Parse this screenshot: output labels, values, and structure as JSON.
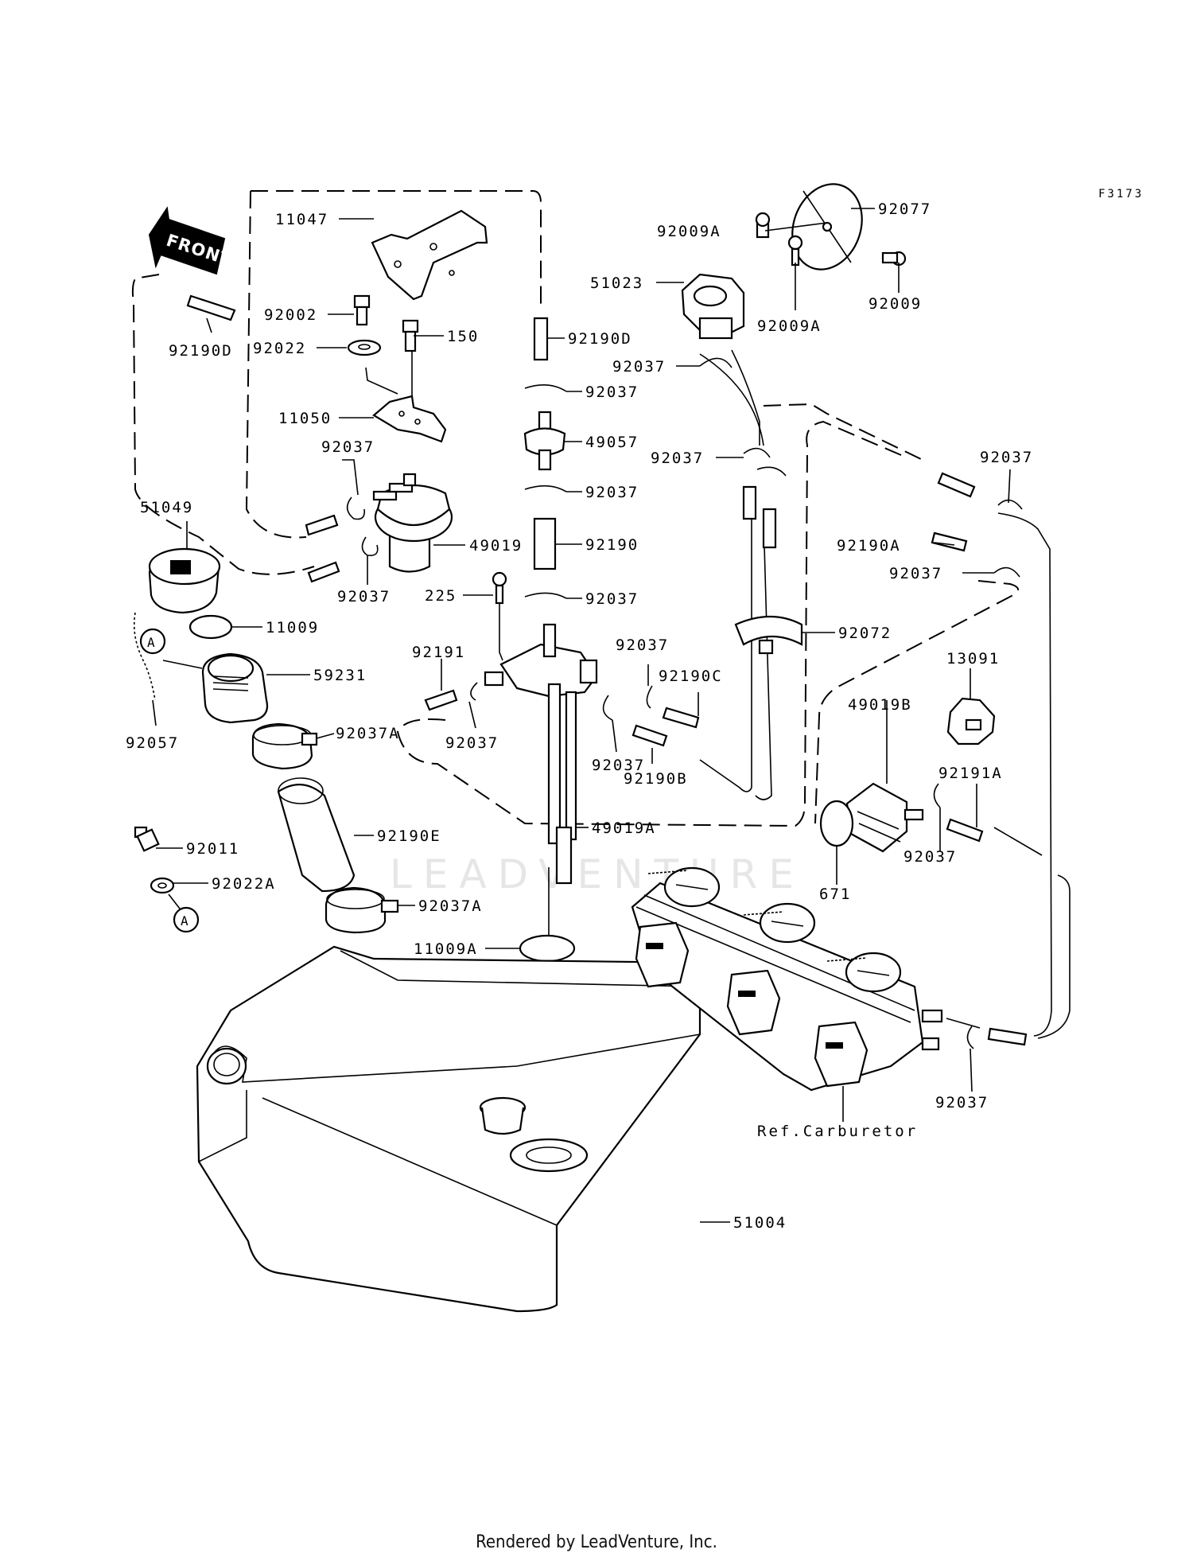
{
  "figure_code": "F3173",
  "front_label": "FRONT",
  "watermark": "LEADVENTURE",
  "footer": "Rendered by LeadVenture, Inc.",
  "reference_label": "Ref.Carburetor",
  "callout_marker": "A",
  "parts": {
    "p11047": "11047",
    "p92002": "92002",
    "p92022": "92022",
    "p150": "150",
    "p11050": "11050",
    "p92037_a": "92037",
    "p49019": "49019",
    "p92037_b": "92037",
    "p92190D_left": "92190D",
    "p51049": "51049",
    "p11009": "11009",
    "p59231": "59231",
    "p92057": "92057",
    "p92037A_top": "92037A",
    "p92190E": "92190E",
    "p92011": "92011",
    "p92022A": "92022A",
    "p92037A_bottom": "92037A",
    "p11009A": "11009A",
    "p51004": "51004",
    "p92190D_mid": "92190D",
    "p92037_c": "92037",
    "p49057": "49057",
    "p92037_d": "92037",
    "p92190": "92190",
    "p225": "225",
    "p92037_e": "92037",
    "p92191": "92191",
    "p92037_f": "92037",
    "p92037_g": "92037",
    "p92037_h": "92037",
    "p92190C": "92190C",
    "p92190B": "92190B",
    "p49019A": "49019A",
    "p92009A_top": "92009A",
    "p92077": "92077",
    "p51023": "51023",
    "p92009": "92009",
    "p92009A_right": "92009A",
    "p92037_i": "92037",
    "p92037_j": "92037",
    "p92072": "92072",
    "p92037_k": "92037",
    "p92190A": "92190A",
    "p92037_l": "92037",
    "p13091": "13091",
    "p49019B": "49019B",
    "p92191A": "92191A",
    "p92037_m": "92037",
    "p671": "671",
    "p92037_n": "92037"
  }
}
